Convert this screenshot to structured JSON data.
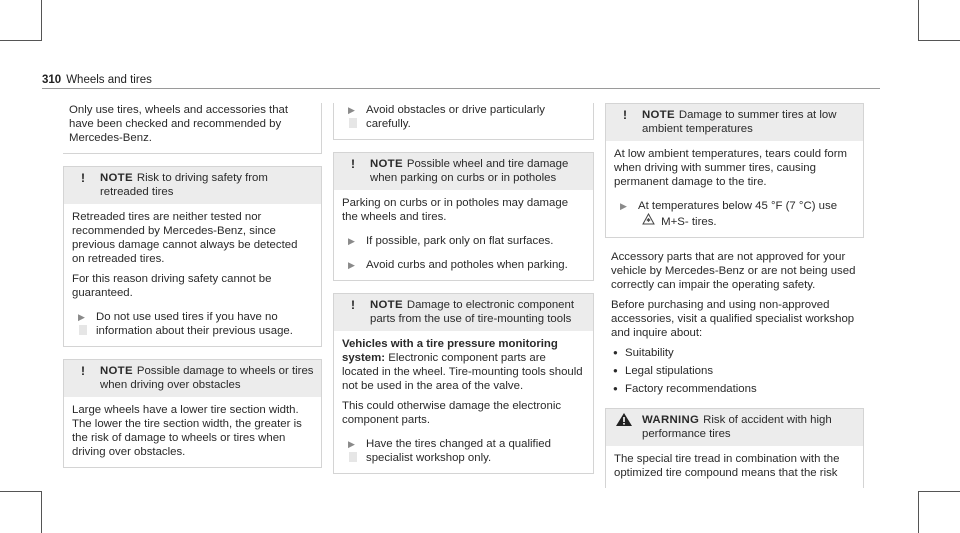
{
  "header": {
    "page_number": "310",
    "title": "Wheels and tires"
  },
  "column1": {
    "intro": "Only use tires, wheels and accessories that have been checked and recommended by Mercedes-Benz.",
    "note1": {
      "label": "NOTE",
      "title": "Risk to driving safety from retreaded tires",
      "body": [
        "Retreaded tires are neither tested nor recommended by Mercedes-Benz, since previous damage cannot always be detected on retreaded tires.",
        "For this reason driving safety cannot be guaranteed."
      ],
      "step": "Do not use used tires if you have no information about their previous usage."
    },
    "note2": {
      "label": "NOTE",
      "title": "Possible damage to wheels or tires when driving over obstacles",
      "body": "Large wheels have a lower tire section width. The lower the tire section width, the greater is the risk of damage to wheels or tires when driving over obstacles."
    }
  },
  "column2": {
    "step_top": "Avoid obstacles or drive particularly carefully.",
    "note3": {
      "label": "NOTE",
      "title": "Possible wheel and tire damage when parking on curbs or in potholes",
      "body": "Parking on curbs or in potholes may damage the wheels and tires.",
      "steps": [
        "If possible, park only on flat surfaces.",
        "Avoid curbs and potholes when parking."
      ]
    },
    "note4": {
      "label": "NOTE",
      "title": "Damage to electronic component parts from the use of tire-mounting tools",
      "subhead": "Vehicles with a tire pressure monitoring system:",
      "body1": "Electronic component parts are located in the wheel. Tire-mounting tools should not be used in the area of the valve.",
      "body2": "This could otherwise damage the electronic component parts.",
      "step": "Have the tires changed at a qualified specialist workshop only."
    }
  },
  "column3": {
    "note5": {
      "label": "NOTE",
      "title": "Damage to summer tires at low ambient temperatures",
      "body": "At low ambient temperatures, tears could form when driving with summer tires, causing permanent damage to the tire.",
      "step_line1": "At temperatures below 45 °F (7 °C) use",
      "step_line2": "M+S- tires."
    },
    "para1": "Accessory parts that are not approved for your vehicle by Mercedes-Benz or are not being used correctly can impair the operating safety.",
    "para2": "Before purchasing and using non-approved accessories, visit a qualified specialist workshop and inquire about:",
    "bullets": [
      "Suitability",
      "Legal stipulations",
      "Factory recommendations"
    ],
    "warning": {
      "label": "WARNING",
      "title": "Risk of accident with high performance tires",
      "body": "The special tire tread in combination with the optimized tire compound means that the risk"
    }
  },
  "colors": {
    "box_header": "#ececec",
    "border": "#d4d4d4",
    "text": "#2a2a2a"
  },
  "icons": {
    "note": "exclamation-icon",
    "warning": "warning-triangle-icon",
    "step": "arrow-right-icon",
    "snowflake": "mountain-snowflake-icon"
  }
}
